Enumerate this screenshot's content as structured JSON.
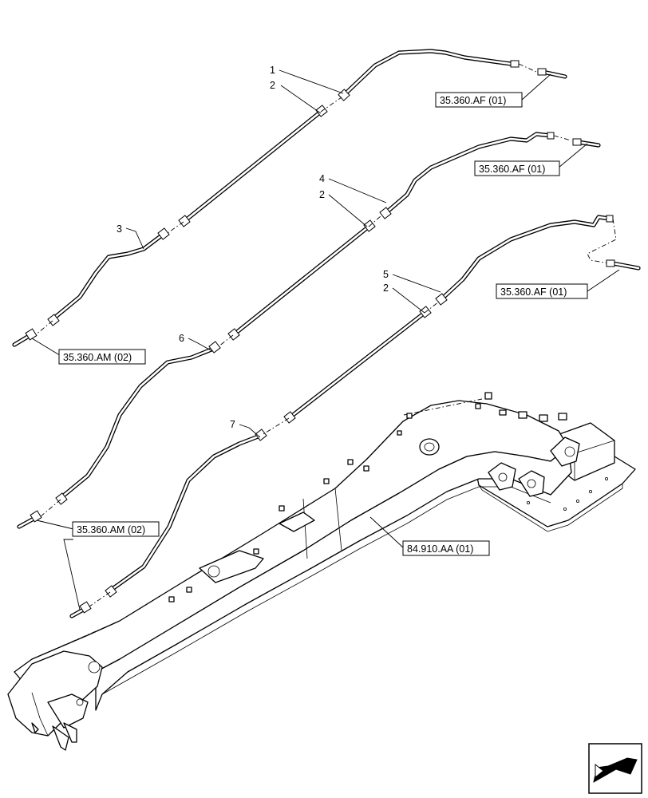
{
  "diagram": {
    "callouts": [
      {
        "id": "c1",
        "label": "1"
      },
      {
        "id": "c2a",
        "label": "2"
      },
      {
        "id": "c3",
        "label": "3"
      },
      {
        "id": "c4",
        "label": "4"
      },
      {
        "id": "c2b",
        "label": "2"
      },
      {
        "id": "c6",
        "label": "6"
      },
      {
        "id": "c5",
        "label": "5"
      },
      {
        "id": "c2c",
        "label": "2"
      },
      {
        "id": "c7",
        "label": "7"
      }
    ],
    "references": [
      {
        "id": "r1",
        "label": "35.360.AF (01)"
      },
      {
        "id": "r2",
        "label": "35.360.AF (01)"
      },
      {
        "id": "r3",
        "label": "35.360.AF (01)"
      },
      {
        "id": "r4",
        "label": "35.360.AM (02)"
      },
      {
        "id": "r5",
        "label": "35.360.AM (02)"
      },
      {
        "id": "r6",
        "label": "84.910.AA (01)"
      }
    ]
  }
}
